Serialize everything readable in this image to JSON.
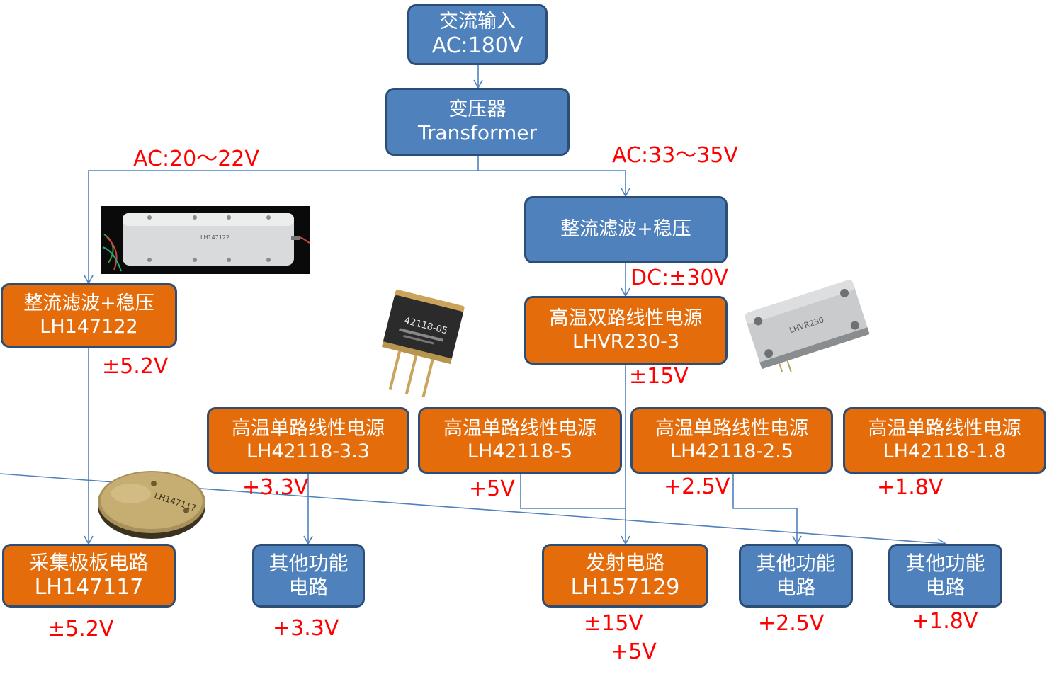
{
  "boxes": {
    "ac_input": {
      "line1": "交流输入",
      "line2": "AC:180V"
    },
    "transformer": {
      "line1": "变压器",
      "line2": "Transformer"
    },
    "rect_right": {
      "line1": "整流滤波+稳压"
    },
    "rect_left": {
      "line1": "整流滤波+稳压",
      "line2": "LH147122"
    },
    "dual_ps": {
      "line1": "高温双路线性电源",
      "line2": "LHVR230-3"
    },
    "single_33": {
      "line1": "高温单路线性电源",
      "line2": "LH42118-3.3"
    },
    "single_5": {
      "line1": "高温单路线性电源",
      "line2": "LH42118-5"
    },
    "single_25": {
      "line1": "高温单路线性电源",
      "line2": "LH42118-2.5"
    },
    "single_18": {
      "line1": "高温单路线性电源",
      "line2": "LH42118-1.8"
    },
    "acq_board": {
      "line1": "采集极板电路",
      "line2": "LH147117"
    },
    "other_33": {
      "line1": "其他功能",
      "line2": "电路"
    },
    "transmit": {
      "line1": "发射电路",
      "line2": "LH157129"
    },
    "other_25": {
      "line1": "其他功能",
      "line2": "电路"
    },
    "other_18": {
      "line1": "其他功能",
      "line2": "电路"
    }
  },
  "labels": {
    "ac_left": "AC:20～22V",
    "ac_right": "AC:33～35V",
    "dc_30": "DC:±30V",
    "v_pm52_top": "±5.2V",
    "v_pm15_top": "±15V",
    "v_33": "+3.3V",
    "v_5": "+5V",
    "v_25": "+2.5V",
    "v_18": "+1.8V",
    "out_pm52": "±5.2V",
    "out_33": "+3.3V",
    "out_pm15": "±15V",
    "out_5": "+5V",
    "out_25": "+2.5V",
    "out_18": "+1.8V"
  },
  "photos": {
    "module_lh147122": {
      "text": "LH147122"
    },
    "chip_42118": {
      "text": "42118-05"
    },
    "disc_lh147117": {
      "text": "LH147117"
    },
    "module_lhvr230": {
      "text": "LHVR230"
    }
  },
  "colors": {
    "blue_box": "#4f81bd",
    "orange_box": "#e46c0a",
    "border": "#2c4d75",
    "connector": "#4f81bd",
    "label_red": "#ff0000"
  }
}
